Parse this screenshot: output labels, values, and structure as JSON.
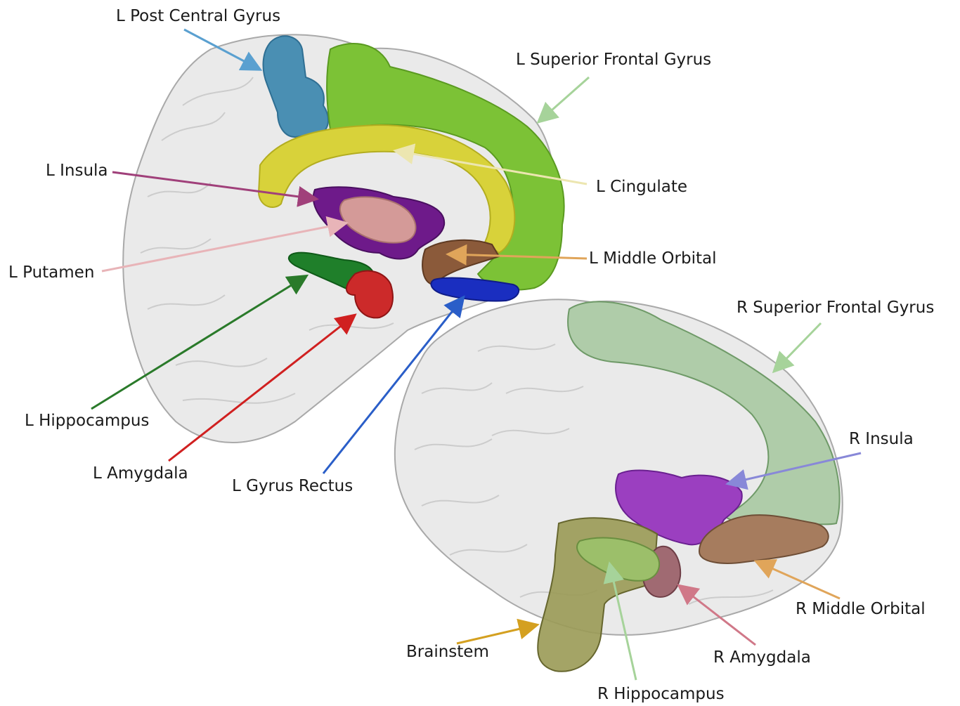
{
  "figure": {
    "left_labels": {
      "post_central_gyrus": "L Post Central Gyrus",
      "superior_frontal_gyrus": "L Superior Frontal Gyrus",
      "insula": "L Insula",
      "cingulate": "L Cingulate",
      "putamen": "L Putamen",
      "middle_orbital": "L Middle Orbital",
      "hippocampus": "L Hippocampus",
      "amygdala": "L Amygdala",
      "gyrus_rectus": "L Gyrus Rectus"
    },
    "right_labels": {
      "superior_frontal_gyrus": "R Superior Frontal Gyrus",
      "insula": "R Insula",
      "middle_orbital": "R Middle Orbital",
      "amygdala": "R Amygdala",
      "hippocampus": "R Hippocampus",
      "brainstem": "Brainstem"
    },
    "colors": {
      "post_central": "#4a8fb3",
      "superior_frontal_left": "#7cc236",
      "cingulate": "#d8d23a",
      "insula_left": "#6e1a8a",
      "putamen": "#d49a98",
      "middle_orbital_left": "#8b5a3a",
      "hippocampus_left": "#1f7f2a",
      "amygdala_left": "#cc2a2a",
      "gyrus_rectus": "#1a2ec0",
      "superior_frontal_right": "#a9c9a2",
      "insula_right": "#9b3fc0",
      "middle_orbital_right": "#a67c5e",
      "amygdala_right": "#a06a72",
      "hippocampus_right": "#9cbf6a",
      "brainstem": "#9a9a55"
    }
  }
}
